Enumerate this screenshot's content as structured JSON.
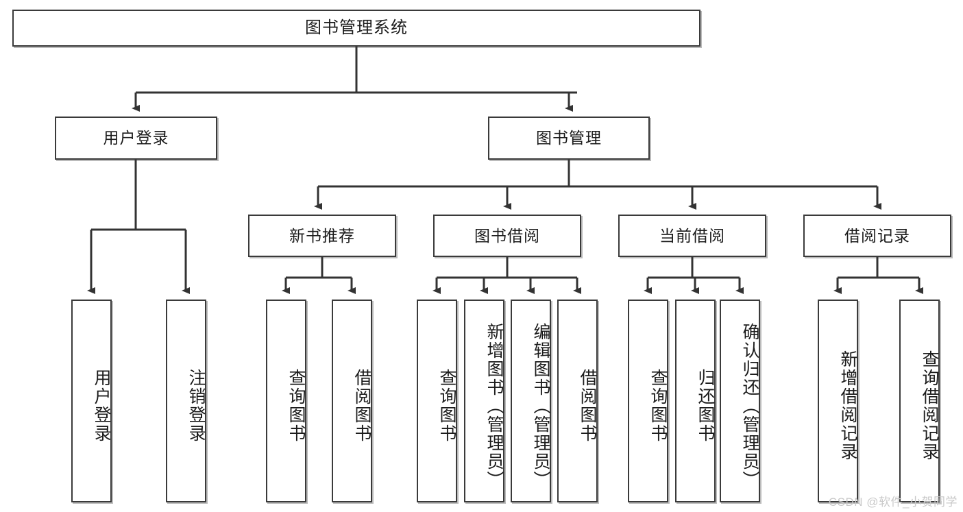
{
  "diagram": {
    "title": "图书管理系统",
    "type": "tree-hierarchy-chart",
    "watermark": "CSDN @软件_小贺同学",
    "colors": {
      "box_border": "#3a3a3a",
      "box_fill": "#ffffff",
      "connector": "#333333",
      "text": "#1b1b1b",
      "watermark": "#c9c9c9"
    }
  },
  "nodes": {
    "root": {
      "label": "图书管理系统"
    },
    "level2": [
      {
        "label": "用户登录"
      },
      {
        "label": "图书管理"
      }
    ],
    "level3": [
      {
        "label": "新书推荐"
      },
      {
        "label": "图书借阅"
      },
      {
        "label": "当前借阅"
      },
      {
        "label": "借阅记录"
      }
    ],
    "leaves": {
      "user_login": [
        {
          "label": "用户登录"
        },
        {
          "label": "注销登录"
        }
      ],
      "new_book_recommend": [
        {
          "label": "查询图书"
        },
        {
          "label": "借阅图书"
        }
      ],
      "book_borrow": [
        {
          "label": "查询图书"
        },
        {
          "label": "新增图书（管理员）"
        },
        {
          "label": "编辑图书（管理员）"
        },
        {
          "label": "借阅图书"
        }
      ],
      "current_borrow": [
        {
          "label": "查询图书"
        },
        {
          "label": "归还图书"
        },
        {
          "label": "确认归还（管理员）"
        }
      ],
      "borrow_record": [
        {
          "label": "新增借阅记录"
        },
        {
          "label": "查询借阅记录"
        }
      ]
    }
  }
}
